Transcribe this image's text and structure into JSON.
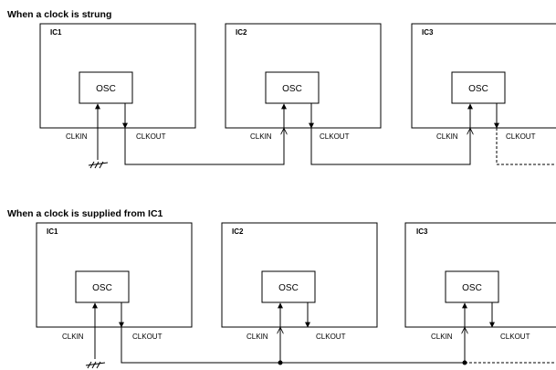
{
  "sections": [
    {
      "title": "When a clock is strung",
      "ics": [
        "IC1",
        "IC2",
        "IC3"
      ],
      "osc_label": "OSC",
      "clkin_label": "CLKIN",
      "clkout_label": "CLKOUT"
    },
    {
      "title": "When a clock is supplied from IC1",
      "ics": [
        "IC1",
        "IC2",
        "IC3"
      ],
      "osc_label": "OSC",
      "clkin_label": "CLKIN",
      "clkout_label": "CLKOUT"
    }
  ]
}
